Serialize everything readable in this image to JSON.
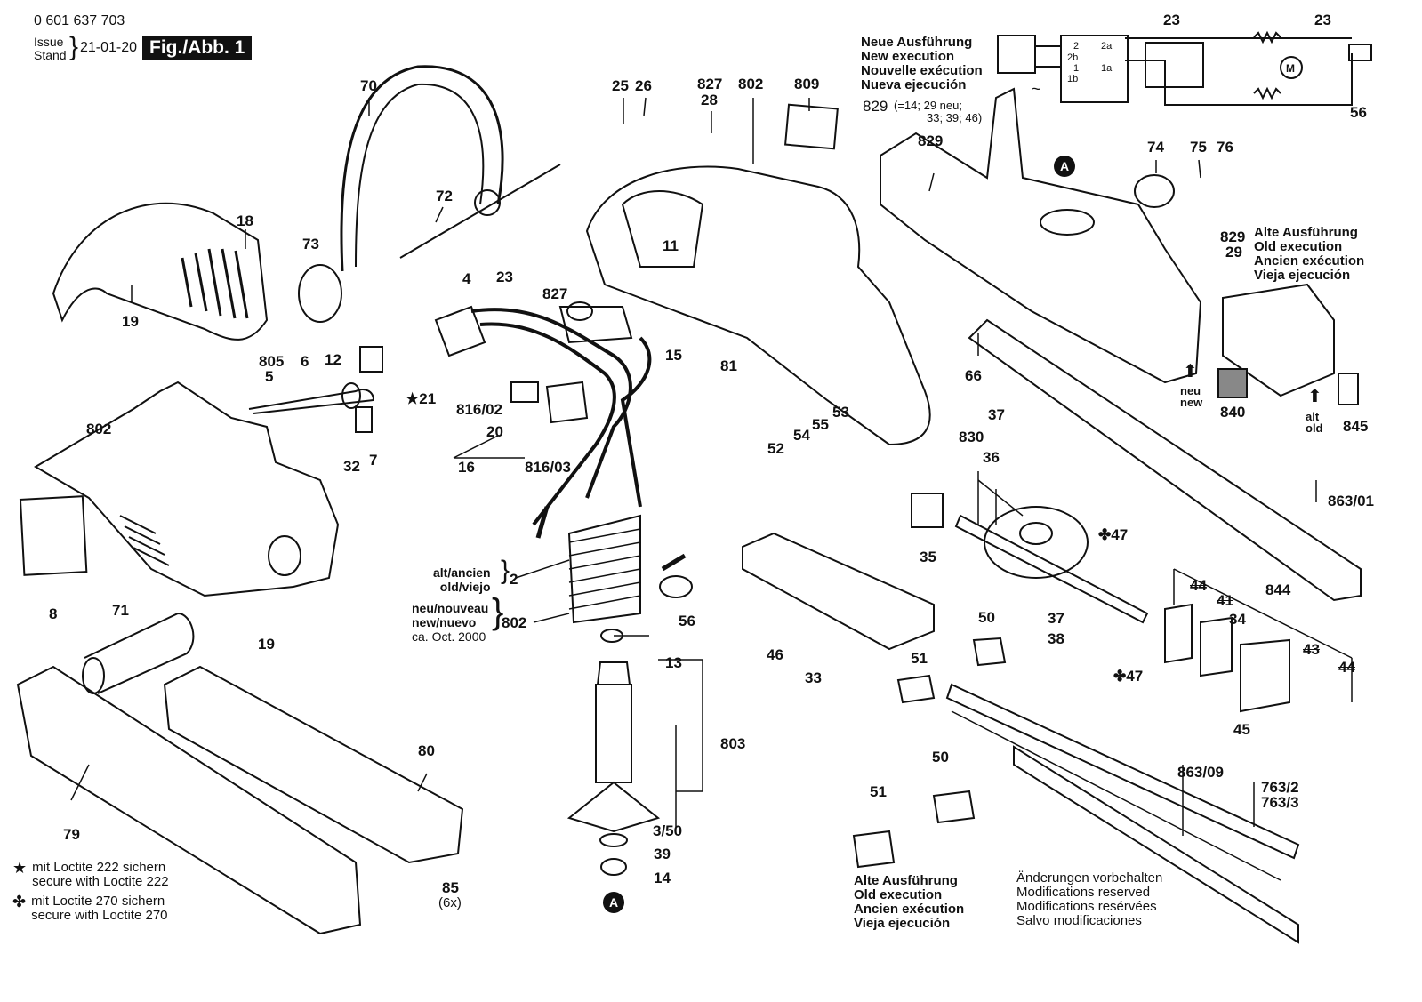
{
  "header": {
    "part_number": "0 601 637 703",
    "issue_label_1": "Issue",
    "issue_label_2": "Stand",
    "issue_date": "21-01-20",
    "figure_label": "Fig./Abb. 1"
  },
  "new_execution_note": {
    "lines": [
      "Neue Ausführung",
      "New execution",
      "Nouvelle exécution",
      "Nueva ejecución"
    ],
    "ref_829": "829",
    "ref_829_detail_1": "(=14; 29 neu;",
    "ref_829_detail_2": "33; 39; 46)"
  },
  "wiring": {
    "terminals": [
      "2",
      "2b",
      "1",
      "1b",
      "2a",
      "1a"
    ],
    "motor_symbol": "M",
    "ac_symbol": "~",
    "labels": [
      "23",
      "23",
      "56"
    ]
  },
  "old_execution_note_right": {
    "ref_a": "829",
    "ref_b": "29",
    "lines": [
      "Alte Ausführung",
      "Old execution",
      "Ancien exécution",
      "Vieja ejecución"
    ]
  },
  "arrows": {
    "neu": "neu",
    "new": "new",
    "alt": "alt",
    "old": "old"
  },
  "variant_notes": {
    "old_1": "alt/ancien",
    "old_2": "old/viejo",
    "old_ref": "2",
    "new_1": "neu/nouveau",
    "new_2": "new/nuevo",
    "new_3": "ca. Oct. 2000",
    "new_ref": "802"
  },
  "part_labels": {
    "p70": "70",
    "p72": "72",
    "p73": "73",
    "p18": "18",
    "p19a": "19",
    "p19b": "19",
    "p25": "25",
    "p26": "26",
    "p827a": "827",
    "p28": "28",
    "p802a": "802",
    "p809": "809",
    "p829": "829",
    "p11": "11",
    "p4": "4",
    "p23": "23",
    "p827b": "827",
    "p12": "12",
    "p805": "805",
    "p5": "5",
    "p6": "6",
    "p21": "21",
    "p816_02": "816/02",
    "p20": "20",
    "p16": "16",
    "p816_03": "816/03",
    "p32": "32",
    "p7": "7",
    "p802b": "802",
    "p8": "8",
    "p71": "71",
    "p15": "15",
    "p81": "81",
    "p53": "53",
    "p55": "55",
    "p54": "54",
    "p52": "52",
    "p56": "56",
    "p13": "13",
    "p803": "803",
    "p3_50": "3/50",
    "p39": "39",
    "p14": "14",
    "p79": "79",
    "p80": "80",
    "p85": "85",
    "p85x": "(6x)",
    "p46": "46",
    "p33": "33",
    "p74": "74",
    "p75": "75",
    "p76": "76",
    "p66": "66",
    "p37a": "37",
    "p830": "830",
    "p36": "36",
    "p35": "35",
    "p47a": "47",
    "p47b": "47",
    "p37b": "37",
    "p38": "38",
    "p50a": "50",
    "p51a": "51",
    "p34": "34",
    "p844": "844",
    "p44a": "44",
    "p41": "41",
    "p43": "43",
    "p44b": "44",
    "p45": "45",
    "p840": "840",
    "p845": "845",
    "p863_01": "863/01",
    "p863_09": "863/09",
    "p763_2": "763/2",
    "p763_3": "763/3",
    "p50b": "50",
    "p51b": "51",
    "marker_a": "A"
  },
  "legend": {
    "star_1": "mit Loctite 222 sichern",
    "star_2": "secure with Loctite 222",
    "club_1": "mit Loctite 270 sichern",
    "club_2": "secure with Loctite 270",
    "star_symbol": "★",
    "club_symbol": "✤"
  },
  "old_execution_note_bottom": {
    "lines": [
      "Alte Ausführung",
      "Old execution",
      "Ancien exécution",
      "Vieja ejecución"
    ]
  },
  "modifications_note": {
    "lines": [
      "Änderungen vorbehalten",
      "Modifications reserved",
      "Modifications resérvées",
      "Salvo modificaciones"
    ]
  }
}
